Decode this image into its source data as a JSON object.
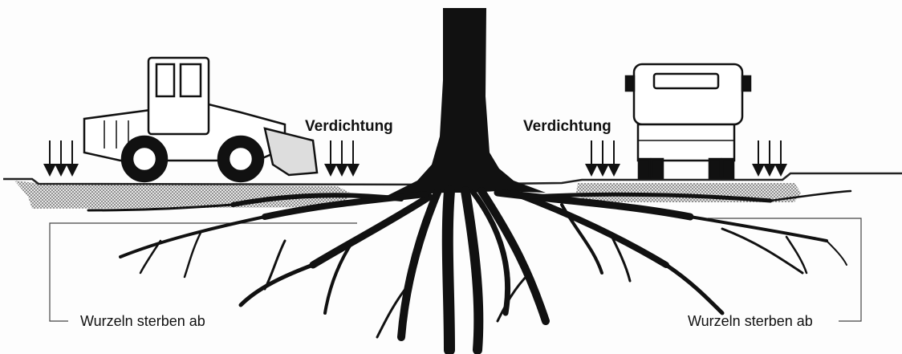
{
  "labels": {
    "compaction_left": "Verdichtung",
    "compaction_right": "Verdichtung",
    "roots_die_left": "Wurzeln sterben ab",
    "roots_die_right": "Wurzeln sterben ab"
  },
  "colors": {
    "ink": "#111111",
    "ground_line": "#222222",
    "compacted_soil": "#9a9a9a"
  },
  "icons": [
    "wheel-loader-icon",
    "truck-icon",
    "tree-trunk-icon",
    "root-system-icon",
    "compaction-arrow-icon"
  ]
}
